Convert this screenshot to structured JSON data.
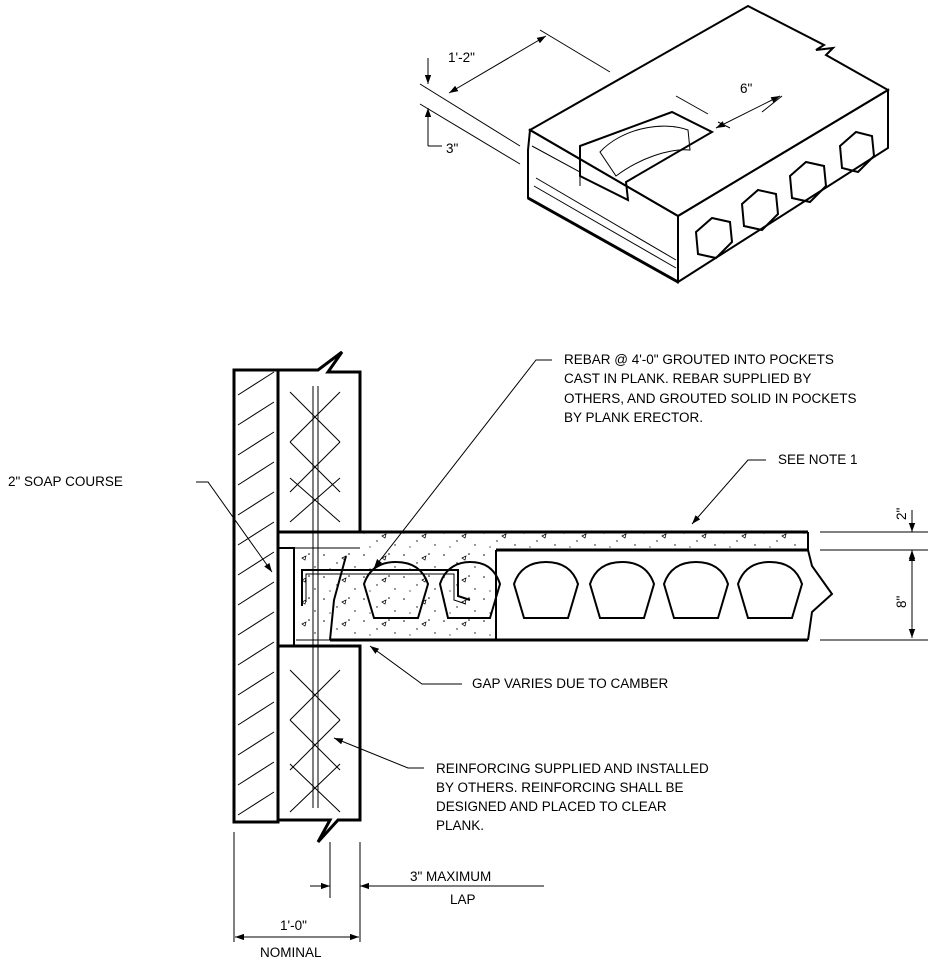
{
  "isometric": {
    "dim_plank_width": "1'-2\"",
    "dim_pocket_width": "6\"",
    "dim_pocket_depth": "3\""
  },
  "section": {
    "note_rebar": [
      "REBAR @ 4'-0\" GROUTED INTO POCKETS",
      "CAST IN PLANK. REBAR SUPPLIED BY",
      "OTHERS, AND GROUTED SOLID IN POCKETS",
      "BY PLANK ERECTOR."
    ],
    "note_see": "SEE NOTE 1",
    "note_soap": "2\" SOAP COURSE",
    "note_gap": "GAP VARIES DUE TO CAMBER",
    "note_reinforcing": [
      "REINFORCING SUPPLIED AND INSTALLED",
      "BY OTHERS. REINFORCING SHALL BE",
      "DESIGNED AND PLACED TO CLEAR",
      "PLANK."
    ],
    "dim_topping": "2\"",
    "dim_plank_depth": "8\"",
    "dim_lap": [
      "3\" MAXIMUM",
      "LAP"
    ],
    "dim_wall": [
      "1'-0\"",
      "NOMINAL"
    ]
  }
}
